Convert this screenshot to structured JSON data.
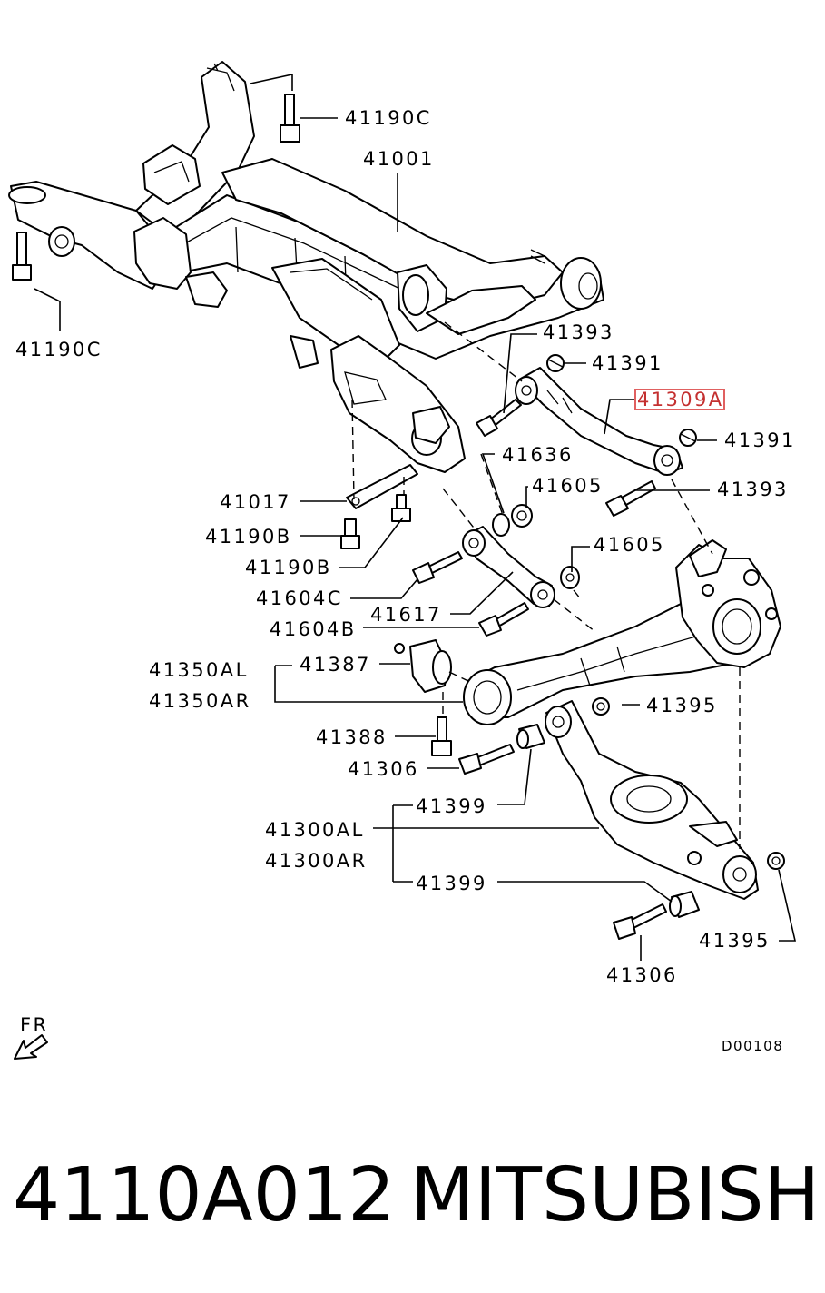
{
  "diagram": {
    "drawing_code": "D00108",
    "direction_label": "FR",
    "highlighted_part": "41309A",
    "callouts": {
      "c41190C_top": "41190C",
      "c41001": "41001",
      "c41190C_left": "41190C",
      "c41393_top": "41393",
      "c41391_top": "41391",
      "c41309A": "41309A",
      "c41391_right": "41391",
      "c41636": "41636",
      "c41605_a": "41605",
      "c41393_right": "41393",
      "c41017": "41017",
      "c41190B_a": "41190B",
      "c41605_b": "41605",
      "c41190B_b": "41190B",
      "c41604C": "41604C",
      "c41617": "41617",
      "c41604B": "41604B",
      "c41350AL": "41350AL",
      "c41387": "41387",
      "c41350AR": "41350AR",
      "c41395_top": "41395",
      "c41388": "41388",
      "c41306_top": "41306",
      "c41399_top": "41399",
      "c41300AL": "41300AL",
      "c41300AR": "41300AR",
      "c41399_bottom": "41399",
      "c41395_bottom": "41395",
      "c41306_bottom": "41306"
    }
  },
  "footer": {
    "part_number": "4110A012",
    "brand": "MITSUBISHI"
  }
}
